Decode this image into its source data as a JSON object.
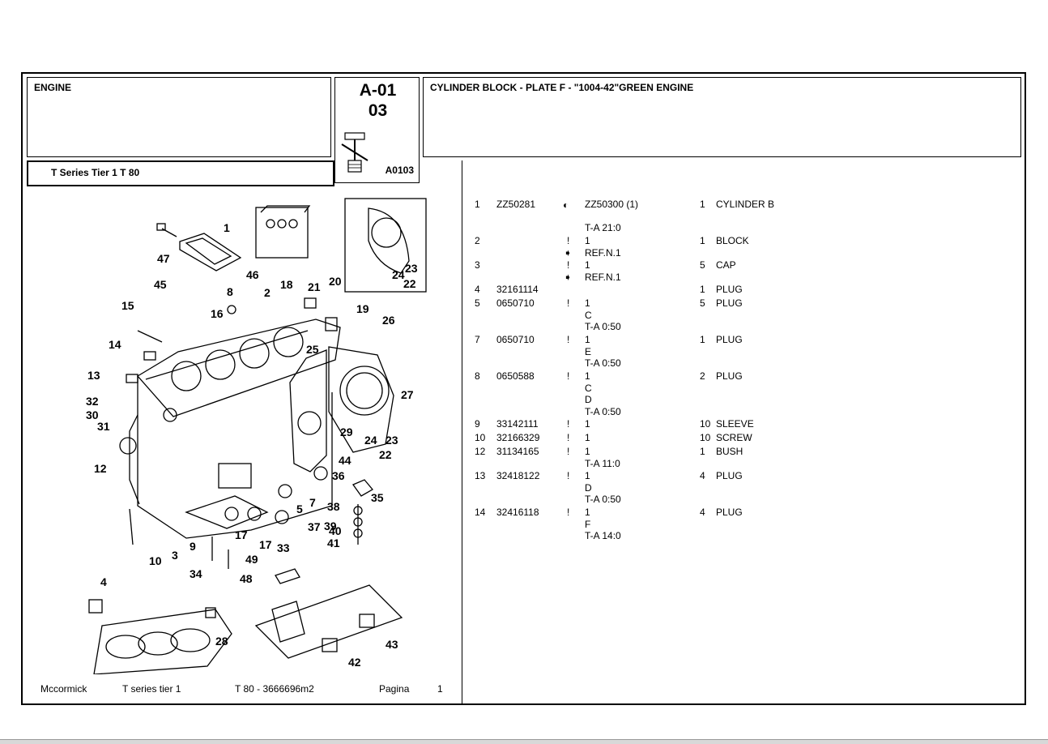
{
  "header": {
    "section": "ENGINE",
    "code_line1": "A-01",
    "code_line2": "03",
    "code_ref": "A0103",
    "description": "CYLINDER BLOCK - PLATE F - \"1004-42\"GREEN ENGINE",
    "series": "T Series Tier 1  T 80"
  },
  "diagram_labels": [
    "1",
    "47",
    "45",
    "46",
    "8",
    "18",
    "21",
    "20",
    "15",
    "16",
    "2",
    "19",
    "26",
    "14",
    "13",
    "32",
    "30",
    "31",
    "25",
    "24",
    "23",
    "22",
    "27",
    "29",
    "12",
    "44",
    "36",
    "35",
    "5",
    "7",
    "38",
    "39",
    "37",
    "40",
    "41",
    "17",
    "17",
    "33",
    "10",
    "3",
    "9",
    "34",
    "49",
    "48",
    "4",
    "28",
    "43",
    "42",
    "24",
    "23",
    "22"
  ],
  "parts": [
    {
      "pos": "1",
      "part": "ZZ50281",
      "flag": "",
      "extra": [
        "ZZ50300  (1)",
        "",
        "T-A 21:0"
      ],
      "qty": "1",
      "desc": "CYLINDER B"
    },
    {
      "pos": "2",
      "part": "",
      "flag": "!",
      "extra": [
        "1",
        "REF.N.1"
      ],
      "qty": "1",
      "desc": "BLOCK"
    },
    {
      "pos": "3",
      "part": "",
      "flag": "!",
      "extra": [
        "1",
        "REF.N.1"
      ],
      "qty": "5",
      "desc": "CAP"
    },
    {
      "pos": "4",
      "part": "32161114",
      "flag": "",
      "extra": [],
      "qty": "1",
      "desc": "PLUG"
    },
    {
      "pos": "5",
      "part": "0650710",
      "flag": "!",
      "extra": [
        "1",
        "C",
        "T-A 0:50"
      ],
      "qty": "5",
      "desc": "PLUG"
    },
    {
      "pos": "7",
      "part": "0650710",
      "flag": "!",
      "extra": [
        "1",
        "E",
        "T-A 0:50"
      ],
      "qty": "1",
      "desc": "PLUG"
    },
    {
      "pos": "8",
      "part": "0650588",
      "flag": "!",
      "extra": [
        "1",
        "C",
        "D",
        "T-A 0:50"
      ],
      "qty": "2",
      "desc": "PLUG"
    },
    {
      "pos": "9",
      "part": "33142111",
      "flag": "!",
      "extra": [
        "1"
      ],
      "qty": "10",
      "desc": "SLEEVE"
    },
    {
      "pos": "10",
      "part": "32166329",
      "flag": "!",
      "extra": [
        "1"
      ],
      "qty": "10",
      "desc": "SCREW"
    },
    {
      "pos": "12",
      "part": "31134165",
      "flag": "!",
      "extra": [
        "1",
        "T-A 11:0"
      ],
      "qty": "1",
      "desc": "BUSH"
    },
    {
      "pos": "13",
      "part": "32418122",
      "flag": "!",
      "extra": [
        "1",
        "D",
        "T-A 0:50"
      ],
      "qty": "4",
      "desc": "PLUG"
    },
    {
      "pos": "14",
      "part": "32416118",
      "flag": "!",
      "extra": [
        "1",
        "F",
        "T-A 14:0"
      ],
      "qty": "4",
      "desc": "PLUG"
    }
  ],
  "footer": {
    "brand": "Mccormick",
    "series": "T series tier 1",
    "model": "T 80  - 3666696m2",
    "page_label": "Pagina",
    "page_number": "1"
  }
}
